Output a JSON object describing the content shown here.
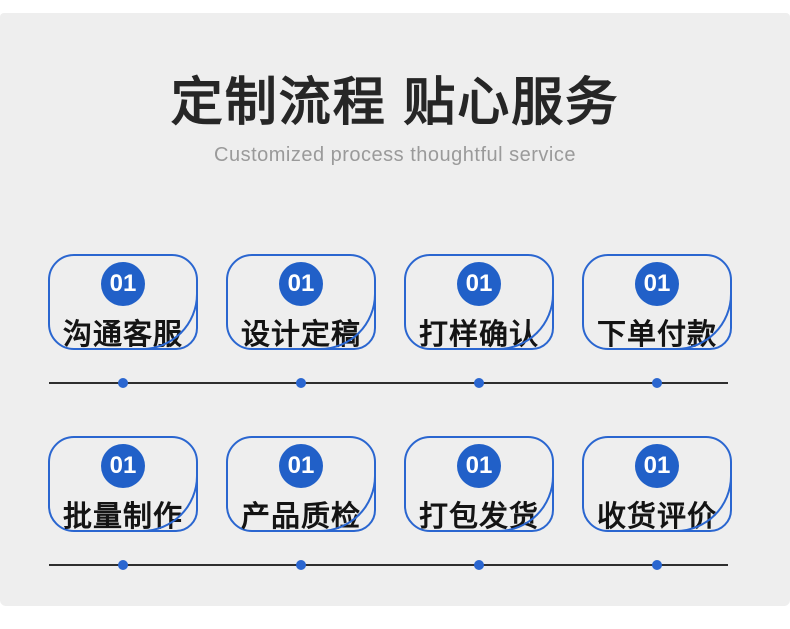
{
  "header": {
    "title": "定制流程 贴心服务",
    "subtitle": "Customized process thoughtful service"
  },
  "steps": [
    {
      "number": "01",
      "label": "沟通客服"
    },
    {
      "number": "01",
      "label": "设计定稿"
    },
    {
      "number": "01",
      "label": "打样确认"
    },
    {
      "number": "01",
      "label": "下单付款"
    },
    {
      "number": "01",
      "label": "批量制作"
    },
    {
      "number": "01",
      "label": "产品质检"
    },
    {
      "number": "01",
      "label": "打包发货"
    },
    {
      "number": "01",
      "label": "收货评价"
    }
  ],
  "rows": [
    [
      0,
      1,
      2,
      3
    ],
    [
      4,
      5,
      6,
      7
    ]
  ],
  "colors": {
    "accent_blue": "#2A66D0",
    "badge_blue": "#2160C8",
    "timeline_line": "#2E2E2E",
    "panel_bg": "#EEEEEE",
    "title_text": "#262626",
    "subtitle_text": "#9A9A9A",
    "label_text": "#141414"
  }
}
